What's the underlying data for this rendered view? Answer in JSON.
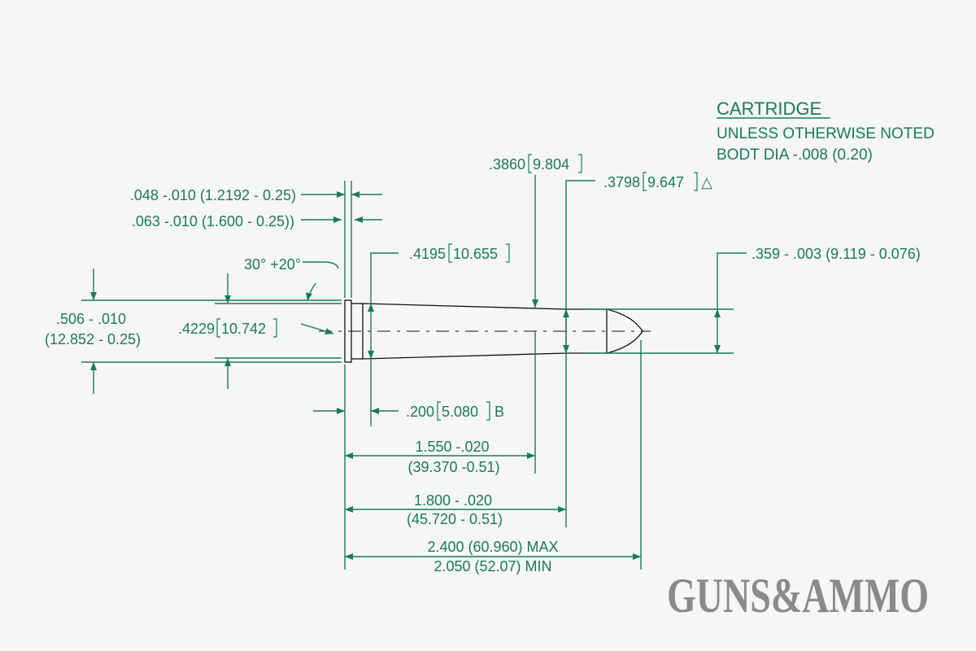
{
  "colors": {
    "background": "#f6f6f6",
    "dimension": "#1a7a57",
    "outline": "#111111",
    "logo": "#8a8a8a"
  },
  "notes": {
    "title": "CARTRIDGE",
    "line1": "UNLESS OTHERWISE NOTED",
    "line2": "BODT DIA -.008 (0.20)"
  },
  "dimensions": {
    "rim_thickness": ".048 -.010 (1.2192 - 0.25)",
    "extractor_groove": ".063 -.010 (1.600 - 0.25))",
    "groove_angle": "30° +20°",
    "rim_diameter_line1": ".506 - .010",
    "rim_diameter_line2": "(12.852 - 0.25)",
    "groove_diameter_num": ".4229",
    "groove_diameter_mm": "10.742",
    "base_diameter_num": ".4195",
    "base_diameter_mm": "10.655",
    "shoulder_diameter_num": ".3860",
    "shoulder_diameter_mm": "9.804",
    "neck_diameter_num": ".3798",
    "neck_diameter_mm": "9.647",
    "neck_diameter_symbol": "△",
    "bullet_diameter": ".359 - .003 (9.119 - 0.076)",
    "base_location_num": ".200",
    "base_location_mm": "5.080",
    "base_location_suffix": "B",
    "shoulder_length_line1": "1.550 -.020",
    "shoulder_length_line2": "(39.370 -0.51)",
    "case_length_line1": "1.800 - .020",
    "case_length_line2": "(45.720 - 0.51)",
    "overall_length_line1": "2.400 (60.960) MAX",
    "overall_length_line2": "2.050 (52.07) MIN"
  },
  "logo": {
    "text": "GUNS&AMMO"
  }
}
